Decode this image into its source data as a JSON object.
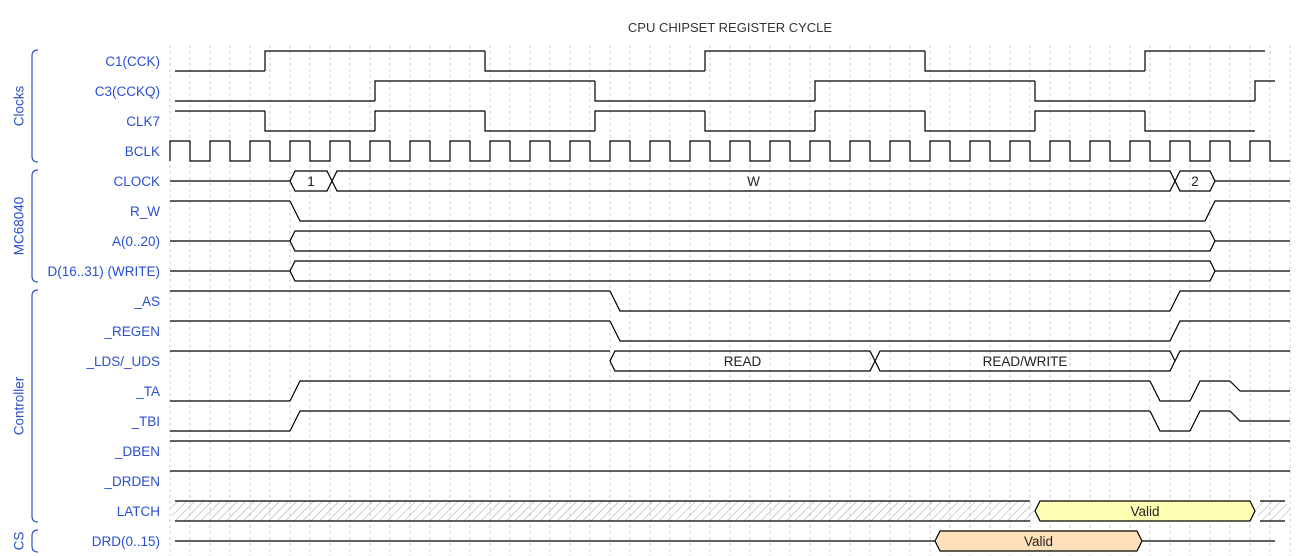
{
  "title": "CPU CHIPSET REGISTER CYCLE",
  "colors": {
    "label": "#2a4fd0",
    "wire": "#000000",
    "grid": "#cccccc",
    "yellow": "#ffffb4",
    "orange": "#ffe0b9",
    "hatch": "#999999"
  },
  "time_axis": {
    "start": 0,
    "end": 56
  },
  "groups": [
    {
      "name": "Clocks",
      "first": 0,
      "last": 3
    },
    {
      "name": "MC68040",
      "first": 4,
      "last": 7
    },
    {
      "name": "Controller",
      "first": 8,
      "last": 15
    },
    {
      "name": "CS",
      "first": 16,
      "last": 16
    }
  ],
  "signals": [
    {
      "name": "C1(CCK)",
      "sharp": true,
      "wave": [
        [
          "l",
          0.25,
          4.75
        ],
        [
          "h",
          4.75,
          15.75
        ],
        [
          "l",
          15.75,
          26.75
        ],
        [
          "h",
          26.75,
          37.75
        ],
        [
          "l",
          37.75,
          48.75
        ],
        [
          "h",
          48.75,
          54.75
        ]
      ]
    },
    {
      "name": "C3(CCKQ)",
      "sharp": true,
      "wave": [
        [
          "l",
          0.25,
          10.25
        ],
        [
          "h",
          10.25,
          21.25
        ],
        [
          "l",
          21.25,
          32.25
        ],
        [
          "h",
          32.25,
          43.25
        ],
        [
          "l",
          43.25,
          54.25
        ],
        [
          "h",
          54.25,
          55.25
        ]
      ]
    },
    {
      "name": "CLK7",
      "sharp": true,
      "wave": [
        [
          "h",
          0.25,
          4.75
        ],
        [
          "l",
          4.75,
          10.25
        ],
        [
          "h",
          10.25,
          15.75
        ],
        [
          "l",
          15.75,
          21.25
        ],
        [
          "h",
          21.25,
          26.75
        ],
        [
          "l",
          26.75,
          32.25
        ],
        [
          "h",
          32.25,
          37.75
        ],
        [
          "l",
          37.75,
          43.25
        ],
        [
          "h",
          43.25,
          48.75
        ],
        [
          "l",
          48.75,
          54.25
        ]
      ]
    },
    {
      "name": "BCLK",
      "clock": {
        "from": 0,
        "to": 56,
        "period": 2
      }
    },
    {
      "name": "CLOCK",
      "wave": [
        [
          "z",
          0,
          6
        ],
        [
          "bus",
          6,
          8.1,
          "1"
        ],
        [
          "bus",
          8.1,
          50.25,
          "W"
        ],
        [
          "bus",
          50.25,
          52.25,
          "2"
        ],
        [
          "z",
          52.25,
          56
        ]
      ]
    },
    {
      "name": "R_W",
      "wave": [
        [
          "h",
          0,
          6
        ],
        [
          "l",
          6,
          51.75
        ],
        [
          "h",
          51.75,
          56
        ]
      ]
    },
    {
      "name": "A(0..20)",
      "wave": [
        [
          "z",
          0,
          6
        ],
        [
          "bus",
          6,
          52.25,
          ""
        ],
        [
          "z",
          52.25,
          56
        ]
      ]
    },
    {
      "name": "D(16..31) (WRITE)",
      "wave": [
        [
          "z",
          0,
          6
        ],
        [
          "bus",
          6,
          52.25,
          ""
        ],
        [
          "z",
          52.25,
          56
        ]
      ]
    },
    {
      "name": "_AS",
      "wave": [
        [
          "h",
          0,
          22
        ],
        [
          "l",
          22,
          50
        ],
        [
          "h",
          50,
          56
        ]
      ]
    },
    {
      "name": "_REGEN",
      "wave": [
        [
          "h",
          0,
          22
        ],
        [
          "l",
          22,
          50
        ],
        [
          "h",
          50,
          56
        ]
      ]
    },
    {
      "name": "_LDS/_UDS",
      "wave": [
        [
          "h",
          0,
          22
        ],
        [
          "bus",
          22,
          35.25,
          "READ"
        ],
        [
          "bus",
          35.25,
          50.25,
          "READ/WRITE"
        ],
        [
          "h",
          50.25,
          56
        ]
      ]
    },
    {
      "name": "_TA",
      "wave": [
        [
          "l",
          0,
          6
        ],
        [
          "h",
          6,
          49
        ],
        [
          "l",
          49,
          51
        ],
        [
          "h",
          51,
          53
        ],
        [
          "z",
          53,
          56
        ]
      ]
    },
    {
      "name": "_TBI",
      "wave": [
        [
          "l",
          0,
          6
        ],
        [
          "h",
          6,
          49
        ],
        [
          "l",
          49,
          51
        ],
        [
          "h",
          51,
          53
        ],
        [
          "z",
          53,
          56
        ]
      ]
    },
    {
      "name": "_DBEN",
      "wave": [
        [
          "h",
          0,
          56
        ]
      ]
    },
    {
      "name": "_DRDEN",
      "wave": [
        [
          "h",
          0,
          56
        ]
      ]
    },
    {
      "name": "LATCH",
      "wave": [
        [
          "x",
          0,
          43.25
        ],
        [
          "bus",
          43.25,
          54.25,
          "Valid",
          "yellow"
        ],
        [
          "x",
          54.25,
          56
        ]
      ]
    },
    {
      "name": "DRD(0..15)",
      "wave": [
        [
          "z",
          0.25,
          38.25
        ],
        [
          "bus",
          38.25,
          48.6,
          "Valid",
          "orange"
        ],
        [
          "z",
          48.6,
          55.25
        ]
      ]
    }
  ]
}
